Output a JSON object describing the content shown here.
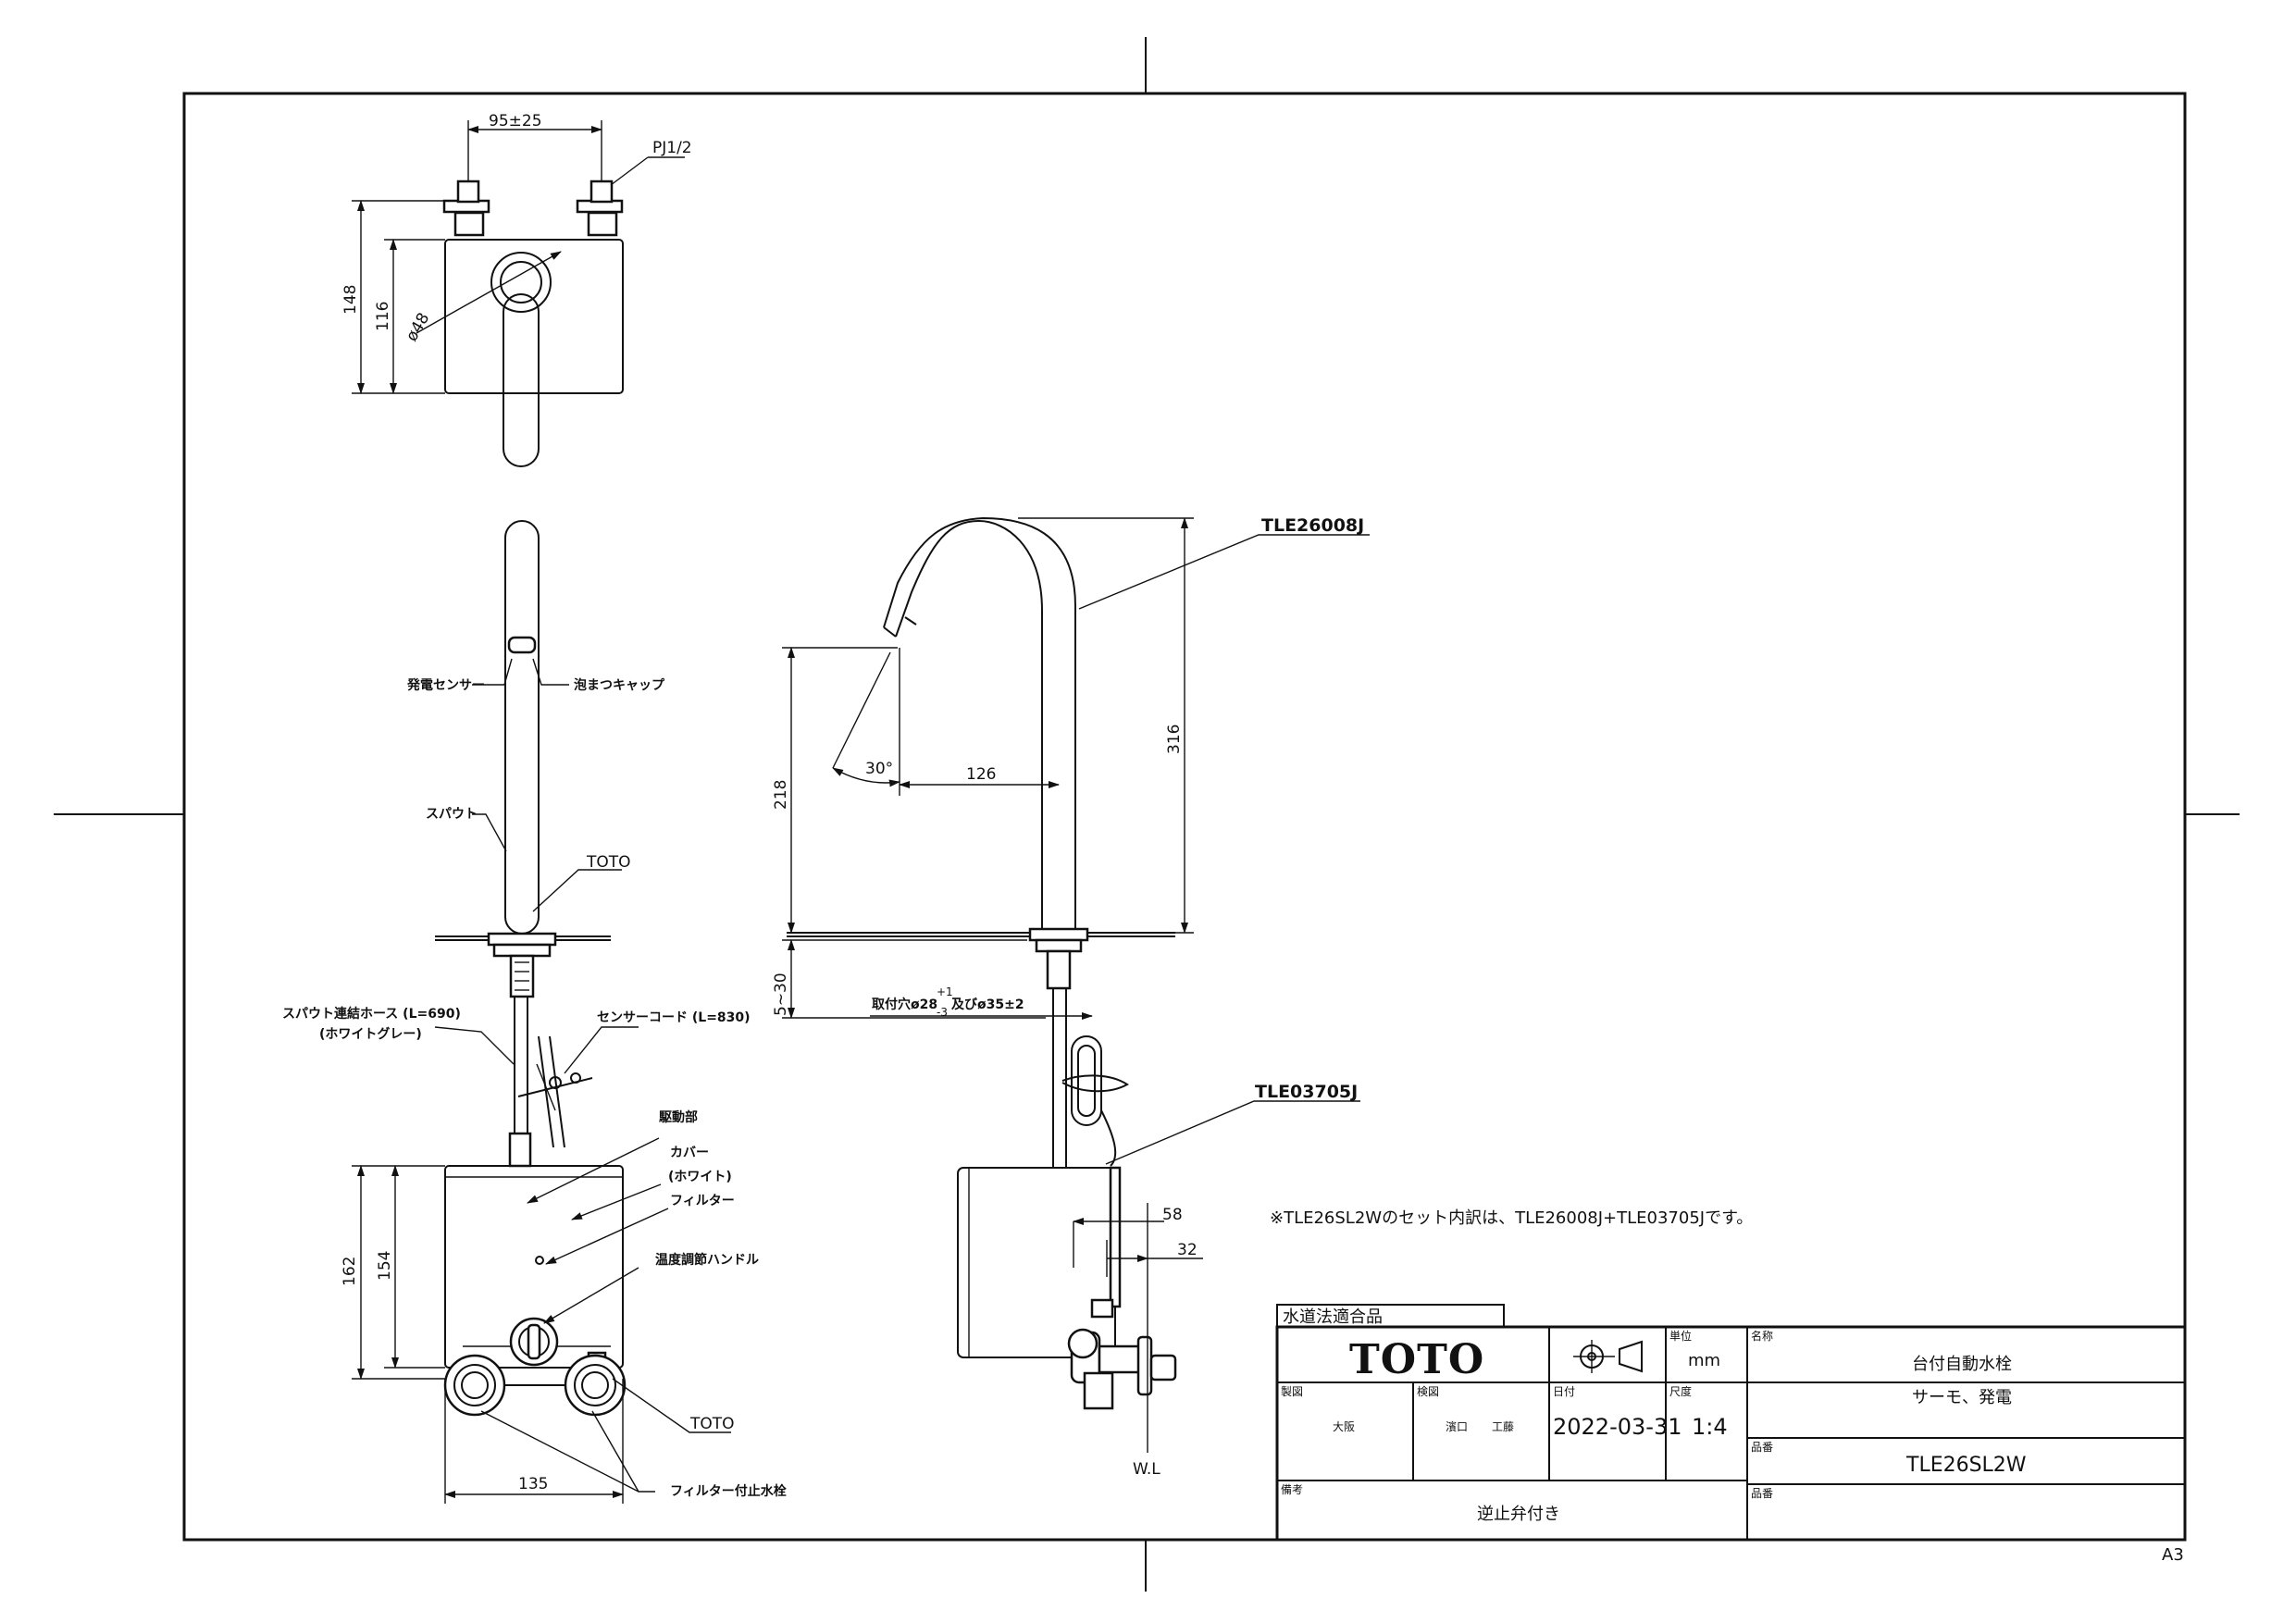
{
  "dimensions": {
    "top_width": "95±25",
    "thread": "PJ1/2",
    "height_148": "148",
    "height_116": "116",
    "dia_48": "ø48",
    "height_316": "316",
    "height_218": "218",
    "reach_126": "126",
    "angle_30": "30°",
    "deck_5_30": "5~30",
    "hole": "取付穴ø28",
    "hole_tol_plus": "+1",
    "hole_tol_minus": "-3",
    "hole_tail": "及びø35±2",
    "width_58": "58",
    "width_32": "32",
    "height_162": "162",
    "height_154": "154",
    "width_135": "135"
  },
  "labels": {
    "hatsuden_sensor": "発電センサー",
    "awamatsu_cap": "泡まつキャップ",
    "spout": "スパウト",
    "toto_mark": "TOTO",
    "hose": "スパウト連結ホース (L=690)",
    "hose_color": "(ホワイトグレー)",
    "sensor_cord": "センサーコード (L=830)",
    "drive": "駆動部",
    "cover": "カバー",
    "cover_color": "(ホワイト)",
    "filter": "フィルター",
    "temp_handle": "温度調節ハンドル",
    "toto_bottom": "TOTO",
    "filter_valve": "フィルター付止水栓",
    "wl": "W.L",
    "model_spout": "TLE26008J",
    "model_body": "TLE03705J",
    "set_note": "※TLE26SL2Wのセット内訳は、TLE26008J+TLE03705Jです。",
    "paper_size": "A3"
  },
  "title_block": {
    "compliance": "水道法適合品",
    "logo": "TOTO",
    "unit_label": "単位",
    "unit_value": "mm",
    "name_label": "名称",
    "name_1": "台付自動水栓",
    "name_2": "サーモ、発電",
    "drawn_label": "製図",
    "drawn_value": "大阪",
    "checked_label": "検図",
    "checked_1": "濱口",
    "checked_2": "工藤",
    "date_label": "日付",
    "date_value": "2022-03-31",
    "scale_label": "尺度",
    "scale_value": "1:4",
    "part_label": "品番",
    "part_value": "TLE26SL2W",
    "remarks_label": "備考",
    "remarks_value": "逆止弁付き",
    "part_label_2": "品番"
  }
}
